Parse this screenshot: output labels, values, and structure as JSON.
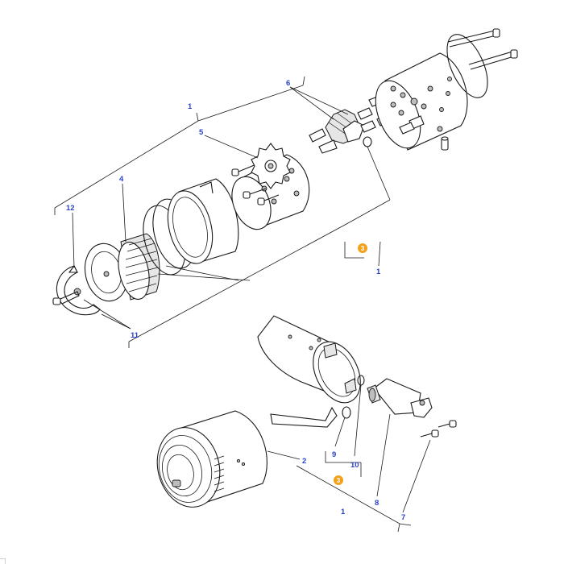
{
  "diagram": {
    "callouts": {
      "c1_top": "1",
      "c6": "6",
      "c5": "5",
      "c4": "4",
      "c12": "12",
      "c11": "11",
      "c1_right": "1",
      "c9": "9",
      "c10": "10",
      "c2": "2",
      "c8": "8",
      "c7": "7",
      "c1_bottom": "1"
    },
    "reference_markers": {
      "upper": "3",
      "lower": "3"
    },
    "colors": {
      "callout_text": "#2a43c9",
      "reference_marker": "#f3a11a",
      "line": "#1a1a1a"
    }
  }
}
